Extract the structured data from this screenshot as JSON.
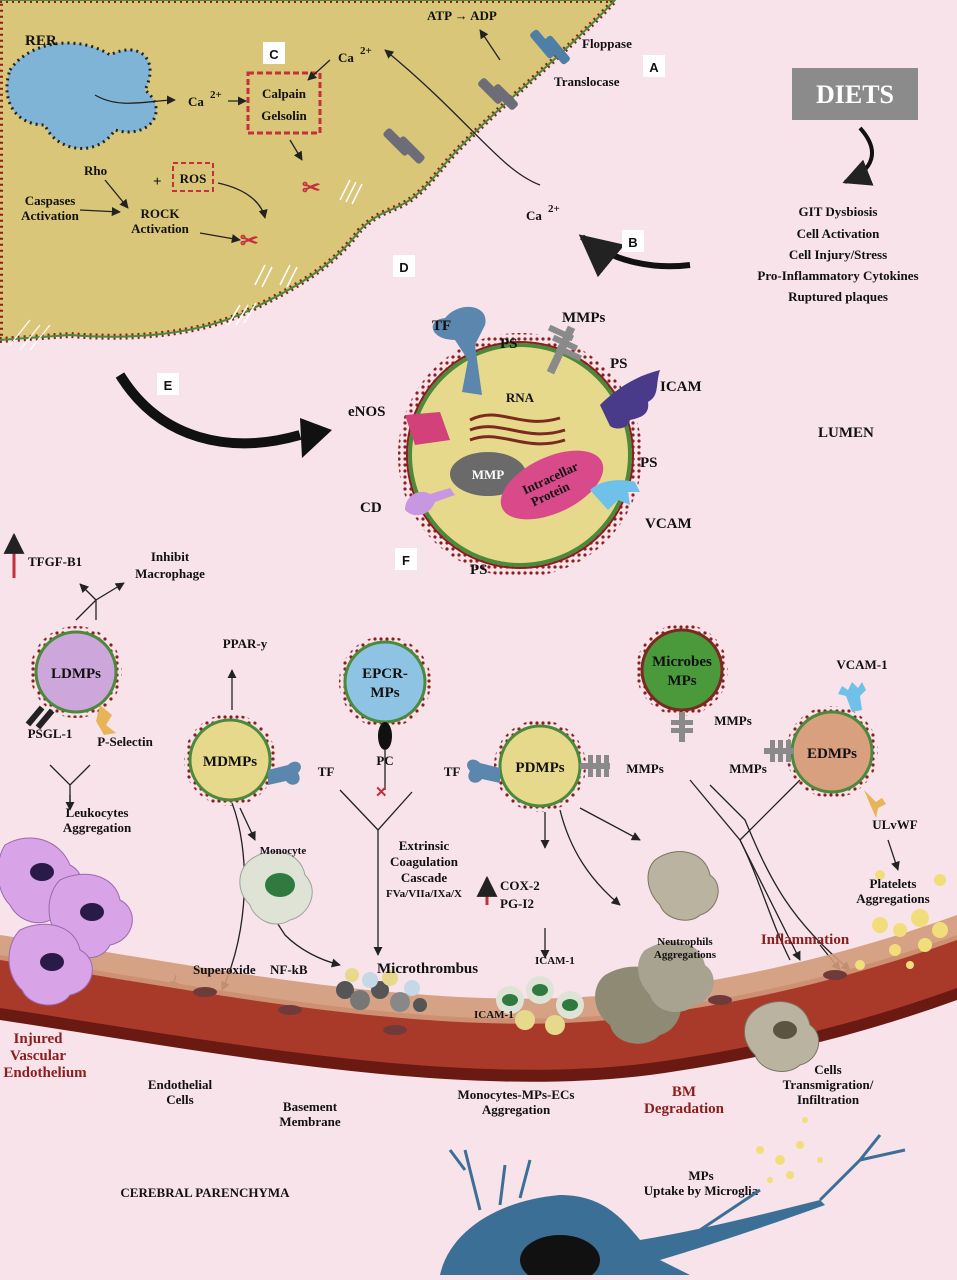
{
  "panel_letters": {
    "a": "A",
    "b": "B",
    "c": "C",
    "d": "D",
    "e": "E",
    "f": "F"
  },
  "cell": {
    "rer": "RER",
    "atp_adp": "ATP → ADP",
    "floppase": "Floppase",
    "translocase": "Translocase",
    "ca_top": "Ca",
    "ca_mid": "Ca",
    "ca_out": "Ca",
    "ca_sup": "2+",
    "calpain": "Calpain",
    "gelsolin": "Gelsolin",
    "rho": "Rho",
    "plus": "+",
    "ros": "ROS",
    "caspases": "Caspases",
    "activation1": "Activation",
    "rock": "ROCK",
    "activation2": "Activation"
  },
  "diets": {
    "title": "DIETS",
    "items": [
      "GIT Dysbiosis",
      "Cell Activation",
      "Cell Injury/Stress",
      "Pro-Inflammatory Cytokines",
      "Ruptured plaques"
    ]
  },
  "microparticle": {
    "tf": "TF",
    "ps1": "PS",
    "mmps": "MMPs",
    "ps2": "PS",
    "icam": "ICAM",
    "enos": "eNOS",
    "rna": "RNA",
    "mmp": "MMP",
    "protein_l1": "Intracellar",
    "protein_l2": "Protein",
    "ps3": "PS",
    "cd": "CD",
    "vcam": "VCAM",
    "ps4": "PS"
  },
  "lumen": "LUMEN",
  "mps": {
    "ldmps": "LDMPs",
    "mdmps": "MDMPs",
    "epcr_l1": "EPCR-",
    "epcr_l2": "MPs",
    "pdmps": "PDMPs",
    "microbes_l1": "Microbes",
    "microbes_l2": "MPs",
    "edmps": "EDMPs"
  },
  "labels": {
    "tfgf": "TFGF-B1",
    "inhibit_l1": "Inhibit",
    "inhibit_l2": "Macrophage",
    "ppar": "PPAR-y",
    "psgl": "PSGL-1",
    "pselectin": "P-Selectin",
    "tf_md": "TF",
    "pc": "PC",
    "tf_pd": "TF",
    "mmps_pd": "MMPs",
    "mmps_micro": "MMPs",
    "mmps_ed": "MMPs",
    "vcam1": "VCAM-1",
    "ulvwf": "ULvWF",
    "leuko_l1": "Leukocytes",
    "leuko_l2": "Aggregation",
    "monocyte": "Monocyte",
    "extr_l1": "Extrinsic",
    "extr_l2": "Coagulation",
    "extr_l3": "Cascade",
    "extr_l4": "FVa/VIIa/IXa/X",
    "cox": "COX-2",
    "pgi": "PG-I2",
    "neutro_l1": "Neutrophils",
    "neutro_l2": "Aggregations",
    "platelets_l1": "Platelets",
    "platelets_l2": "Aggregations",
    "inflammation": "Inflammation",
    "superoxide": "Superoxide",
    "nfkb": "NF-kB",
    "microthrombus": "Microthrombus",
    "icam1a": "ICAM-1",
    "icam1b": "ICAM-1",
    "injured_l1": "Injured",
    "injured_l2": "Vascular",
    "injured_l3": "Endothelium",
    "endo_l1": "Endothelial",
    "endo_l2": "Cells",
    "basement_l1": "Basement",
    "basement_l2": "Membrane",
    "mono_ecs_l1": "Monocytes-MPs-ECs",
    "mono_ecs_l2": "Aggregation",
    "bm_l1": "BM",
    "bm_l2": "Degradation",
    "trans_l1": "Cells",
    "trans_l2": "Transmigration/",
    "trans_l3": "Infiltration",
    "cerebral": "CEREBRAL PARENCHYMA",
    "uptake_l1": "MPs",
    "uptake_l2": "Uptake by Microglia"
  },
  "colors": {
    "background": "#f7e3e9",
    "cell": "#d9c679",
    "membrane": "#8b1e1e",
    "mp_fill": "#e7d98b",
    "ldmps": "#cda6dc",
    "epcr": "#8fc3e3",
    "microbes": "#4a9a3c",
    "edmps": "#d9a07f",
    "vessel": "#9e2a1f",
    "accent_red": "#c43040",
    "microglia": "#3c6f96"
  }
}
